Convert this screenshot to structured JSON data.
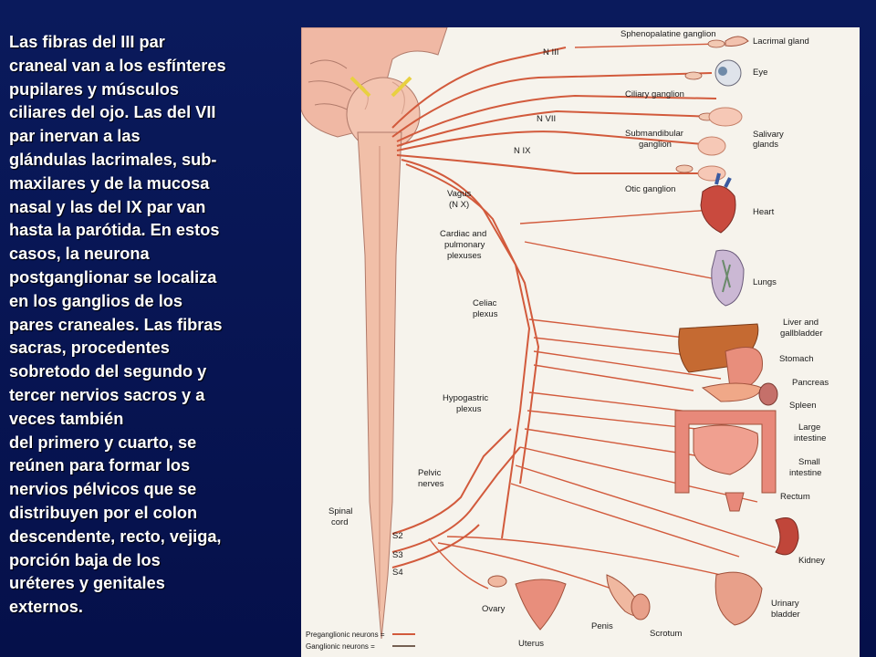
{
  "slide": {
    "text": "Las fibras del III par\ncraneal van a los esfínteres\npupilares y músculos\nciliares del ojo. Las del VII\npar  inervan a las\nglándulas lacrimales, sub-\nmaxilares y de la mucosa\nnasal y las del IX par van\nhasta la parótida. En estos\ncasos, la neurona\npostganglionar se localiza\nen los ganglios de los\npares craneales. Las fibras\nsacras, procedentes\nsobretodo del segundo y\ntercer nervios sacros y a\nveces también\ndel primero y cuarto, se\nreúnen para formar los\nnervios pélvicos que se\ndistribuyen por el colon\ndescendente, recto, vejiga,\nporción baja de los\nuréteres y genitales\nexternos."
  },
  "colors": {
    "background": "#0a1a5c",
    "panel": "#f6f3ec",
    "nerve": "#d25a3c",
    "text": "#ffffff"
  },
  "labels": {
    "sphenopalatine_ganglion": "Sphenopalatine ganglion",
    "lacrimal_gland": "Lacrimal gland",
    "eye": "Eye",
    "n_iii": "N III",
    "ciliary_ganglion": "Ciliary ganglion",
    "n_vii": "N VII",
    "n_ix": "N IX",
    "submandibular_ganglion_1": "Submandibular",
    "submandibular_ganglion_2": "ganglion",
    "salivary_glands_1": "Salivary",
    "salivary_glands_2": "glands",
    "otic_ganglion": "Otic ganglion",
    "vagus_1": "Vagus",
    "vagus_2": "(N X)",
    "heart": "Heart",
    "cardiac_1": "Cardiac and",
    "cardiac_2": "pulmonary",
    "cardiac_3": "plexuses",
    "lungs": "Lungs",
    "celiac_1": "Celiac",
    "celiac_2": "plexus",
    "liver_1": "Liver and",
    "liver_2": "gallbladder",
    "stomach": "Stomach",
    "pancreas": "Pancreas",
    "hypogastric_1": "Hypogastric",
    "hypogastric_2": "plexus",
    "spleen": "Spleen",
    "large_intestine_1": "Large",
    "large_intestine_2": "intestine",
    "small_intestine_1": "Small",
    "small_intestine_2": "intestine",
    "pelvic_1": "Pelvic",
    "pelvic_2": "nerves",
    "rectum": "Rectum",
    "spinal_1": "Spinal",
    "spinal_2": "cord",
    "s2": "S2",
    "s3": "S3",
    "s4": "S4",
    "kidney": "Kidney",
    "ovary": "Ovary",
    "penis": "Penis",
    "scrotum": "Scrotum",
    "urinary_bladder_1": "Urinary",
    "urinary_bladder_2": "bladder",
    "uterus": "Uterus",
    "legend_pre": "Preganglionic neurons =",
    "legend_gan": "Ganglionic neurons ="
  }
}
